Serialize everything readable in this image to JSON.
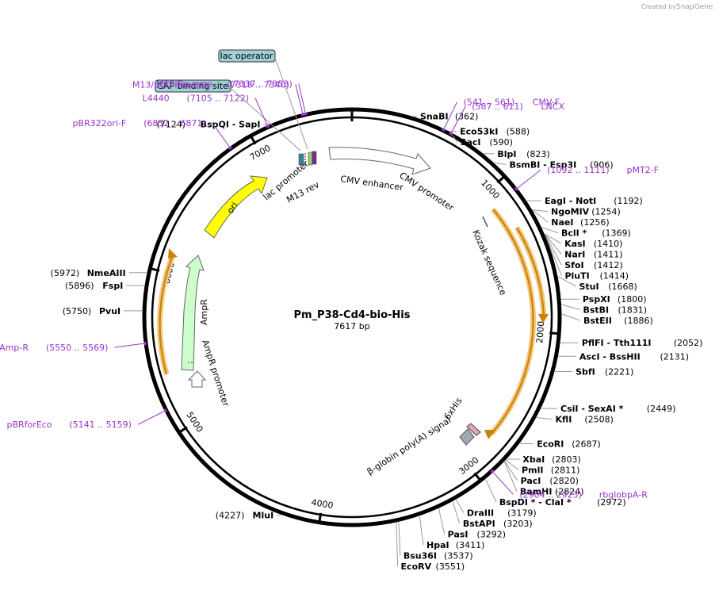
{
  "header": {
    "credit_prefix": "Created by",
    "credit_brand": "SnapGene"
  },
  "plasmid": {
    "name": "Pm_P38-Cd4-bio-His",
    "length_label": "7617 bp"
  },
  "scale_ticks": [
    {
      "label": "1000",
      "bp": 1000
    },
    {
      "label": "2000",
      "bp": 2000
    },
    {
      "label": "3000",
      "bp": 3000
    },
    {
      "label": "4000",
      "bp": 4000
    },
    {
      "label": "5000",
      "bp": 5000
    },
    {
      "label": "6000",
      "bp": 6000
    },
    {
      "label": "7000",
      "bp": 7000
    }
  ],
  "sites": [
    {
      "name": "SnaBI",
      "pos": "(362)",
      "bp": 362
    },
    {
      "name": "Eco53kI",
      "pos": "(588)",
      "bp": 588
    },
    {
      "name": "SacI",
      "pos": "(590)",
      "bp": 590
    },
    {
      "name": "BlpI",
      "pos": "(823)",
      "bp": 823
    },
    {
      "name": "BsmBI - Esp3I",
      "pos": "(906)",
      "bp": 906
    },
    {
      "name": "EagI - NotI",
      "pos": "(1192)",
      "bp": 1192
    },
    {
      "name": "NgoMIV",
      "pos": "(1254)",
      "bp": 1254
    },
    {
      "name": "NaeI",
      "pos": "(1256)",
      "bp": 1256
    },
    {
      "name": "BclI *",
      "pos": "(1369)",
      "bp": 1369
    },
    {
      "name": "KasI",
      "pos": "(1410)",
      "bp": 1410
    },
    {
      "name": "NarI",
      "pos": "(1411)",
      "bp": 1411
    },
    {
      "name": "SfoI",
      "pos": "(1412)",
      "bp": 1412
    },
    {
      "name": "PluTI",
      "pos": "(1414)",
      "bp": 1414
    },
    {
      "name": "StuI",
      "pos": "(1668)",
      "bp": 1668
    },
    {
      "name": "PspXI",
      "pos": "(1800)",
      "bp": 1800
    },
    {
      "name": "BstBI",
      "pos": "(1831)",
      "bp": 1831
    },
    {
      "name": "BstEII",
      "pos": "(1886)",
      "bp": 1886
    },
    {
      "name": "PflFI - Tth111I",
      "pos": "(2052)",
      "bp": 2052
    },
    {
      "name": "AscI - BssHII",
      "pos": "(2131)",
      "bp": 2131
    },
    {
      "name": "SbfI",
      "pos": "(2221)",
      "bp": 2221
    },
    {
      "name": "CsiI - SexAI *",
      "pos": "(2449)",
      "bp": 2449
    },
    {
      "name": "KflI",
      "pos": "(2508)",
      "bp": 2508
    },
    {
      "name": "EcoRI",
      "pos": "(2687)",
      "bp": 2687
    },
    {
      "name": "XbaI",
      "pos": "(2803)",
      "bp": 2803
    },
    {
      "name": "PmlI",
      "pos": "(2811)",
      "bp": 2811
    },
    {
      "name": "PacI",
      "pos": "(2820)",
      "bp": 2820
    },
    {
      "name": "BamHI",
      "pos": "(2824)",
      "bp": 2824
    },
    {
      "name": "BspDI * - ClaI *",
      "pos": "(2972)",
      "bp": 2972
    },
    {
      "name": "DraIII",
      "pos": "(3179)",
      "bp": 3179
    },
    {
      "name": "BstAPI",
      "pos": "(3203)",
      "bp": 3203
    },
    {
      "name": "PasI",
      "pos": "(3292)",
      "bp": 3292
    },
    {
      "name": "HpaI",
      "pos": "(3411)",
      "bp": 3411
    },
    {
      "name": "Bsu36I",
      "pos": "(3537)",
      "bp": 3537
    },
    {
      "name": "EcoRV",
      "pos": "(3551)",
      "bp": 3551
    },
    {
      "name": "MluI",
      "pos": "(4227)",
      "bp": 4227
    },
    {
      "name": "PvuI",
      "pos": "(5750)",
      "bp": 5750
    },
    {
      "name": "FspI",
      "pos": "(5896)",
      "bp": 5896
    },
    {
      "name": "NmeAIII",
      "pos": "(5972)",
      "bp": 5972
    },
    {
      "name": "BspQI - SapI",
      "pos": "(7124)",
      "bp": 7124
    }
  ],
  "primers": [
    {
      "name": "CMV-F",
      "range": "(541 .. 561)",
      "bp": 551
    },
    {
      "name": "LNCX",
      "range": "(587 .. 611)",
      "bp": 599
    },
    {
      "name": "pMT2-F",
      "range": "(1092 .. 1111)",
      "bp": 1101
    },
    {
      "name": "rbglobpA-R",
      "range": "(2904 .. 2923)",
      "bp": 2913
    },
    {
      "name": "pBRforEco",
      "range": "(5141 .. 5159)",
      "bp": 5150
    },
    {
      "name": "Amp-R",
      "range": "(5550 .. 5569)",
      "bp": 5560
    },
    {
      "name": "pBR322ori-F",
      "range": "(6852 .. 6871)",
      "bp": 6861
    },
    {
      "name": "L4440",
      "range": "(7105 .. 7122)",
      "bp": 7113
    },
    {
      "name": "M13/pUC Reverse",
      "range": "(7318 .. 7340)",
      "bp": 7329
    },
    {
      "name": "M13 Reverse",
      "range": "(7337 .. 7353)",
      "bp": 7345
    }
  ],
  "boxed_features": [
    {
      "name": "lac operator",
      "bp": 7375
    },
    {
      "name": "CAP binding site",
      "bp": 7290
    }
  ],
  "features": {
    "cmv_enhancer": "CMV enhancer",
    "cmv_promoter": "CMV promoter",
    "kozak": "Kozak sequence",
    "his_tag": "6xHis",
    "polya": "β-globin poly(A) signal",
    "ampr_promoter": "AmpR promoter",
    "ampr": "AmpR",
    "ori": "ori",
    "lac_promoter": "lac promoter",
    "m13_rev": "M13 rev"
  },
  "colors": {
    "primer": "#9933cc",
    "ori": "#ffff00",
    "ampr": "#ccffcc",
    "orf_outline": "#f5c77e",
    "orf_core": "#c8840a",
    "boxed_fill": "#9fd0d6",
    "ring": "#000000"
  }
}
